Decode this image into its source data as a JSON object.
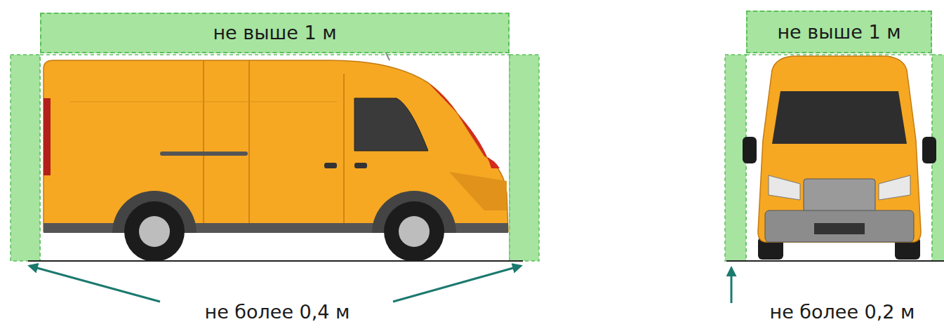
{
  "diagram": {
    "nodes": [
      {
        "text": [
          "не выше 1 м"
        ]
      },
      {
        "text": [
          "не выше 1 м"
        ]
      }
    ],
    "labels": [
      "не более 0,4 м",
      "не более 0,2 м"
    ]
  }
}
